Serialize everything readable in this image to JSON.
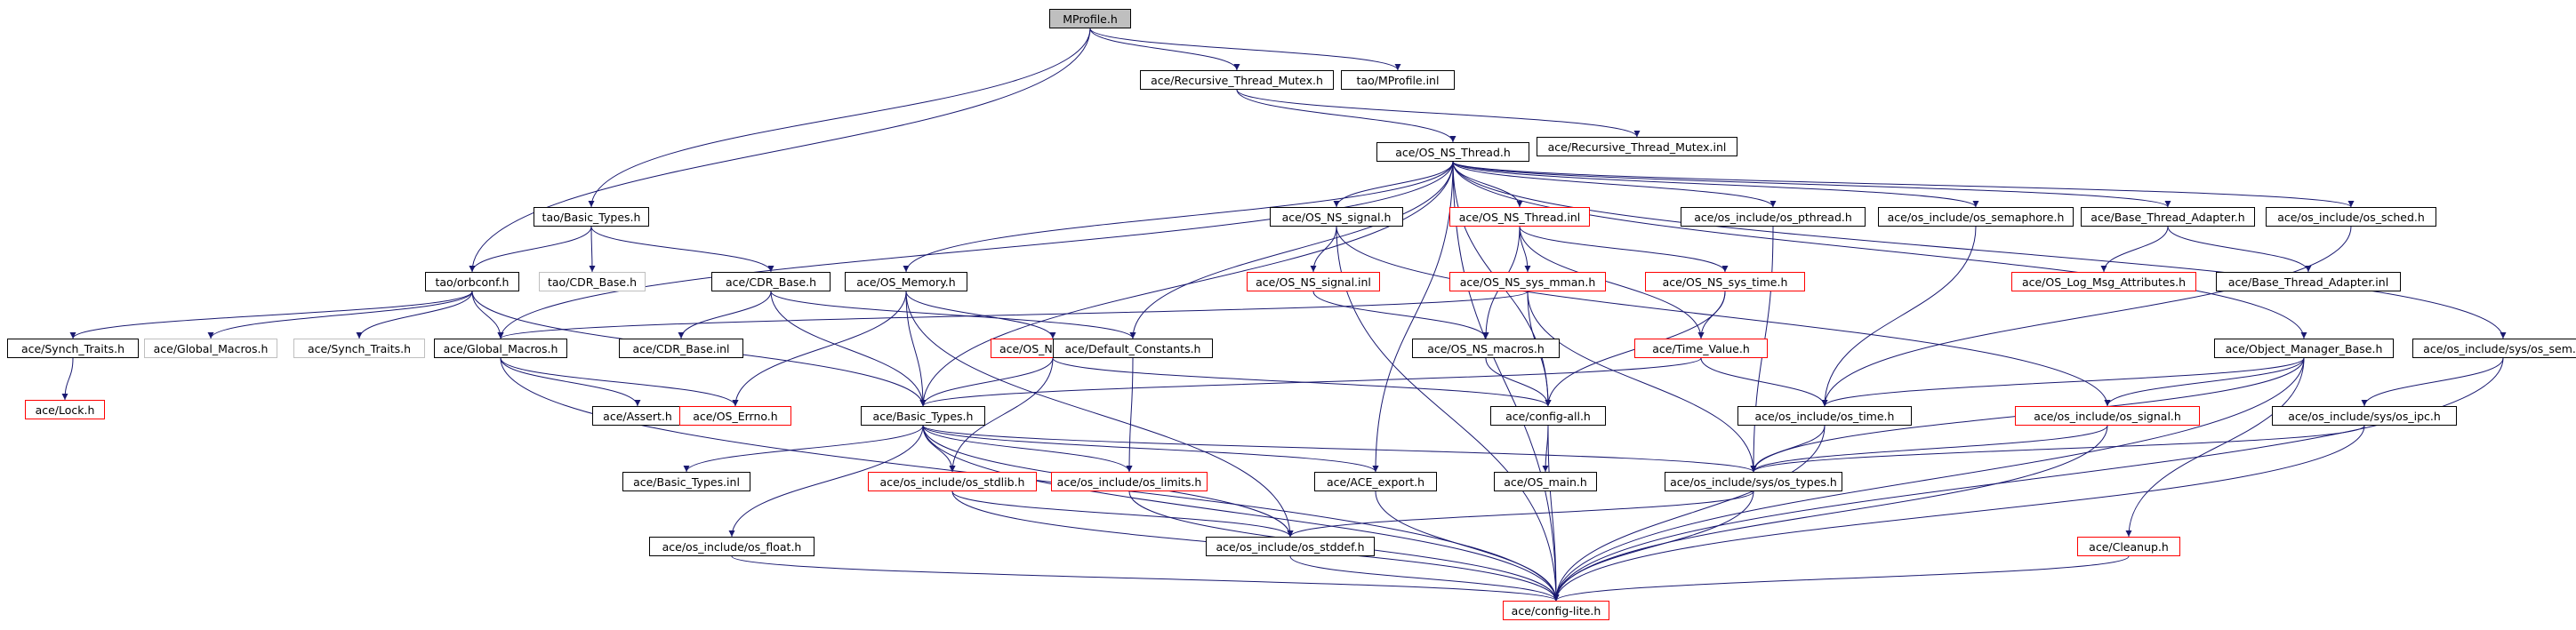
{
  "title": "MProfile.h",
  "colors": {
    "edge": "#191970",
    "border_default": "#000000",
    "border_red": "#ff0000",
    "border_gray": "#bfbfbf",
    "root_fill": "#bfbfbf"
  },
  "nodes": [
    {
      "id": "mprofile",
      "label": "MProfile.h",
      "style": "root"
    },
    {
      "id": "recmutex_h",
      "label": "ace/Recursive_Thread_Mutex.h",
      "style": "normal"
    },
    {
      "id": "tao_mprofile_inl",
      "label": "tao/MProfile.inl",
      "style": "normal"
    },
    {
      "id": "os_ns_thread_h",
      "label": "ace/OS_NS_Thread.h",
      "style": "normal"
    },
    {
      "id": "recmutex_inl",
      "label": "ace/Recursive_Thread_Mutex.inl",
      "style": "normal"
    },
    {
      "id": "tao_basic_types",
      "label": "tao/Basic_Types.h",
      "style": "normal"
    },
    {
      "id": "os_ns_signal_h",
      "label": "ace/OS_NS_signal.h",
      "style": "normal"
    },
    {
      "id": "os_ns_thread_inl",
      "label": "ace/OS_NS_Thread.inl",
      "style": "red"
    },
    {
      "id": "os_pthread",
      "label": "ace/os_include/os_pthread.h",
      "style": "normal"
    },
    {
      "id": "os_semaphore",
      "label": "ace/os_include/os_semaphore.h",
      "style": "normal"
    },
    {
      "id": "base_thread_adapter_h",
      "label": "ace/Base_Thread_Adapter.h",
      "style": "normal"
    },
    {
      "id": "os_sched",
      "label": "ace/os_include/os_sched.h",
      "style": "normal"
    },
    {
      "id": "tao_orbconf",
      "label": "tao/orbconf.h",
      "style": "normal"
    },
    {
      "id": "tao_cdr_base",
      "label": "tao/CDR_Base.h",
      "style": "gray"
    },
    {
      "id": "cdr_base_h",
      "label": "ace/CDR_Base.h",
      "style": "normal"
    },
    {
      "id": "os_memory",
      "label": "ace/OS_Memory.h",
      "style": "normal"
    },
    {
      "id": "os_ns_signal_inl",
      "label": "ace/OS_NS_signal.inl",
      "style": "red"
    },
    {
      "id": "os_ns_sys_mman",
      "label": "ace/OS_NS_sys_mman.h",
      "style": "red"
    },
    {
      "id": "os_ns_sys_time",
      "label": "ace/OS_NS_sys_time.h",
      "style": "red"
    },
    {
      "id": "os_log_msg_attr",
      "label": "ace/OS_Log_Msg_Attributes.h",
      "style": "red"
    },
    {
      "id": "base_thread_adapter_inl",
      "label": "ace/Base_Thread_Adapter.inl",
      "style": "normal"
    },
    {
      "id": "synch_traits_ace",
      "label": "ace/Synch_Traits.h",
      "style": "normal"
    },
    {
      "id": "global_macros_gray",
      "label": "ace/Global_Macros.h",
      "style": "gray"
    },
    {
      "id": "synch_traits_gray",
      "label": "ace/Synch_Traits.h",
      "style": "gray"
    },
    {
      "id": "global_macros",
      "label": "ace/Global_Macros.h",
      "style": "normal"
    },
    {
      "id": "cdr_base_inl",
      "label": "ace/CDR_Base.inl",
      "style": "normal"
    },
    {
      "id": "os_ns_stdlib",
      "label": "ace/OS_NS_stdlib.h",
      "style": "red"
    },
    {
      "id": "default_constants",
      "label": "ace/Default_Constants.h",
      "style": "normal"
    },
    {
      "id": "os_ns_macros",
      "label": "ace/OS_NS_macros.h",
      "style": "normal"
    },
    {
      "id": "time_value",
      "label": "ace/Time_Value.h",
      "style": "red"
    },
    {
      "id": "object_manager_base",
      "label": "ace/Object_Manager_Base.h",
      "style": "normal"
    },
    {
      "id": "os_sys_sem",
      "label": "ace/os_include/sys/os_sem.h",
      "style": "normal"
    },
    {
      "id": "lock_h",
      "label": "ace/Lock.h",
      "style": "red"
    },
    {
      "id": "assert_h",
      "label": "ace/Assert.h",
      "style": "normal"
    },
    {
      "id": "os_errno",
      "label": "ace/OS_Errno.h",
      "style": "red"
    },
    {
      "id": "basic_types_h",
      "label": "ace/Basic_Types.h",
      "style": "normal"
    },
    {
      "id": "config_all",
      "label": "ace/config-all.h",
      "style": "normal"
    },
    {
      "id": "os_time",
      "label": "ace/os_include/os_time.h",
      "style": "normal"
    },
    {
      "id": "os_signal",
      "label": "ace/os_include/os_signal.h",
      "style": "red"
    },
    {
      "id": "os_sys_ipc",
      "label": "ace/os_include/sys/os_ipc.h",
      "style": "normal"
    },
    {
      "id": "basic_types_inl",
      "label": "ace/Basic_Types.inl",
      "style": "normal"
    },
    {
      "id": "os_stdlib",
      "label": "ace/os_include/os_stdlib.h",
      "style": "red"
    },
    {
      "id": "os_limits",
      "label": "ace/os_include/os_limits.h",
      "style": "red"
    },
    {
      "id": "ace_export",
      "label": "ace/ACE_export.h",
      "style": "normal"
    },
    {
      "id": "os_main",
      "label": "ace/OS_main.h",
      "style": "normal"
    },
    {
      "id": "os_sys_types",
      "label": "ace/os_include/sys/os_types.h",
      "style": "normal"
    },
    {
      "id": "os_float",
      "label": "ace/os_include/os_float.h",
      "style": "normal"
    },
    {
      "id": "os_stddef",
      "label": "ace/os_include/os_stddef.h",
      "style": "normal"
    },
    {
      "id": "cleanup",
      "label": "ace/Cleanup.h",
      "style": "red"
    },
    {
      "id": "config_lite",
      "label": "ace/config-lite.h",
      "style": "red"
    }
  ],
  "edges": [
    [
      "mprofile",
      "recmutex_h"
    ],
    [
      "mprofile",
      "tao_mprofile_inl"
    ],
    [
      "mprofile",
      "tao_basic_types"
    ],
    [
      "mprofile",
      "tao_orbconf"
    ],
    [
      "recmutex_h",
      "os_ns_thread_h"
    ],
    [
      "recmutex_h",
      "recmutex_inl"
    ],
    [
      "os_ns_thread_h",
      "os_ns_signal_h"
    ],
    [
      "os_ns_thread_h",
      "os_ns_thread_inl"
    ],
    [
      "os_ns_thread_h",
      "os_pthread"
    ],
    [
      "os_ns_thread_h",
      "os_semaphore"
    ],
    [
      "os_ns_thread_h",
      "base_thread_adapter_h"
    ],
    [
      "os_ns_thread_h",
      "os_sched"
    ],
    [
      "os_ns_thread_h",
      "os_memory"
    ],
    [
      "os_ns_thread_h",
      "global_macros"
    ],
    [
      "os_ns_thread_h",
      "default_constants"
    ],
    [
      "os_ns_thread_h",
      "basic_types_h"
    ],
    [
      "os_ns_thread_h",
      "config_all"
    ],
    [
      "os_ns_thread_h",
      "ace_export"
    ],
    [
      "os_ns_thread_h",
      "object_manager_base"
    ],
    [
      "os_ns_thread_h",
      "os_sys_sem"
    ],
    [
      "os_ns_thread_h",
      "config_lite"
    ],
    [
      "tao_basic_types",
      "tao_orbconf"
    ],
    [
      "tao_basic_types",
      "tao_cdr_base"
    ],
    [
      "tao_basic_types",
      "cdr_base_h"
    ],
    [
      "tao_orbconf",
      "synch_traits_ace"
    ],
    [
      "tao_orbconf",
      "global_macros_gray"
    ],
    [
      "tao_orbconf",
      "synch_traits_gray"
    ],
    [
      "tao_orbconf",
      "global_macros"
    ],
    [
      "tao_orbconf",
      "basic_types_h"
    ],
    [
      "synch_traits_ace",
      "lock_h"
    ],
    [
      "cdr_base_h",
      "cdr_base_inl"
    ],
    [
      "cdr_base_h",
      "basic_types_h"
    ],
    [
      "cdr_base_h",
      "default_constants"
    ],
    [
      "os_memory",
      "os_errno"
    ],
    [
      "os_memory",
      "basic_types_h"
    ],
    [
      "os_memory",
      "os_ns_stdlib"
    ],
    [
      "os_memory",
      "os_stddef"
    ],
    [
      "os_ns_signal_h",
      "os_ns_signal_inl"
    ],
    [
      "os_ns_signal_h",
      "os_signal"
    ],
    [
      "os_ns_signal_h",
      "config_lite"
    ],
    [
      "os_ns_signal_inl",
      "os_ns_macros"
    ],
    [
      "os_ns_thread_inl",
      "os_ns_sys_mman"
    ],
    [
      "os_ns_thread_inl",
      "os_ns_sys_time"
    ],
    [
      "os_ns_thread_inl",
      "os_ns_macros"
    ],
    [
      "os_ns_thread_inl",
      "time_value"
    ],
    [
      "os_ns_sys_mman",
      "global_macros"
    ],
    [
      "os_ns_sys_mman",
      "config_all"
    ],
    [
      "os_ns_sys_mman",
      "os_sys_types"
    ],
    [
      "os_ns_sys_time",
      "time_value"
    ],
    [
      "os_ns_sys_time",
      "config_all"
    ],
    [
      "os_ns_macros",
      "config_all"
    ],
    [
      "time_value",
      "basic_types_h"
    ],
    [
      "time_value",
      "os_time"
    ],
    [
      "os_pthread",
      "os_sys_types"
    ],
    [
      "os_semaphore",
      "os_time"
    ],
    [
      "base_thread_adapter_h",
      "os_log_msg_attr"
    ],
    [
      "base_thread_adapter_h",
      "base_thread_adapter_inl"
    ],
    [
      "os_sched",
      "os_time"
    ],
    [
      "global_macros",
      "assert_h"
    ],
    [
      "global_macros",
      "os_errno"
    ],
    [
      "global_macros",
      "config_lite"
    ],
    [
      "os_ns_stdlib",
      "basic_types_h"
    ],
    [
      "os_ns_stdlib",
      "os_stdlib"
    ],
    [
      "os_ns_stdlib",
      "config_all"
    ],
    [
      "default_constants",
      "os_limits"
    ],
    [
      "basic_types_h",
      "basic_types_inl"
    ],
    [
      "basic_types_h",
      "os_stdlib"
    ],
    [
      "basic_types_h",
      "os_limits"
    ],
    [
      "basic_types_h",
      "ace_export"
    ],
    [
      "basic_types_h",
      "os_sys_types"
    ],
    [
      "basic_types_h",
      "os_float"
    ],
    [
      "basic_types_h",
      "os_stddef"
    ],
    [
      "basic_types_h",
      "config_lite"
    ],
    [
      "config_all",
      "os_main"
    ],
    [
      "config_all",
      "config_lite"
    ],
    [
      "os_time",
      "os_sys_types"
    ],
    [
      "os_time",
      "config_lite"
    ],
    [
      "os_signal",
      "os_sys_types"
    ],
    [
      "os_signal",
      "config_lite"
    ],
    [
      "object_manager_base",
      "os_time"
    ],
    [
      "object_manager_base",
      "os_signal"
    ],
    [
      "object_manager_base",
      "os_sys_types"
    ],
    [
      "object_manager_base",
      "cleanup"
    ],
    [
      "object_manager_base",
      "config_lite"
    ],
    [
      "os_sys_sem",
      "os_sys_ipc"
    ],
    [
      "os_sys_sem",
      "config_lite"
    ],
    [
      "os_sys_ipc",
      "os_sys_types"
    ],
    [
      "os_sys_ipc",
      "config_lite"
    ],
    [
      "os_stdlib",
      "os_stddef"
    ],
    [
      "os_stdlib",
      "config_lite"
    ],
    [
      "os_limits",
      "config_lite"
    ],
    [
      "ace_export",
      "config_lite"
    ],
    [
      "os_sys_types",
      "os_stddef"
    ],
    [
      "os_sys_types",
      "config_lite"
    ],
    [
      "os_float",
      "config_lite"
    ],
    [
      "os_stddef",
      "config_lite"
    ],
    [
      "cleanup",
      "config_lite"
    ]
  ]
}
